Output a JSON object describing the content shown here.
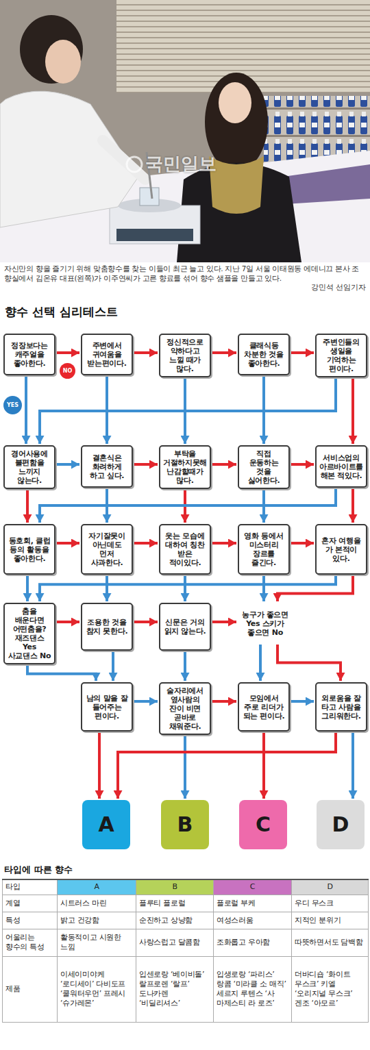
{
  "diagram": {
    "title": "향수 선택 심리테스트",
    "caption": "자신만의 향을 즐기기 위해 맞춤향수를 찾는 이들이 최근 늘고 있다. 지난 7일 서울 이태원동 에데니끄 본사 조향실에서 김온유 대표(왼쪽)가 이주연씨가 고른 향료를 섞어 향수 샘플을 만들고 있다.",
    "nodes": [
      {
        "text": [
          "정장보다는 캐주얼을 좋아한다."
        ]
      },
      {
        "text": [
          "주변에서 귀여움을 받는편이다."
        ]
      },
      {
        "text": [
          "정신적으로 약하다고 느낄 때가 많다."
        ]
      },
      {
        "text": [
          "클래식등 차분한 것을 좋아한다."
        ]
      },
      {
        "text": [
          "주변인들의 생일을 기억하는 편이다."
        ]
      },
      {
        "text": [
          "경어사용에 불편함을 느끼지 않는다."
        ]
      },
      {
        "text": [
          "결혼식은 화려하게 하고 싶다."
        ]
      },
      {
        "text": [
          "부탁을 거절하지못해 난감할때가 많다."
        ]
      },
      {
        "text": [
          "직접 운동하는 것을 싫어한다."
        ]
      },
      {
        "text": [
          "서비스업의 아르바이트를 해본 적있다."
        ]
      },
      {
        "text": [
          "동호회, 클럽 등의 활동을 좋아한다."
        ]
      },
      {
        "text": [
          "자기잘못이 아닌데도 먼저 사과한다."
        ]
      },
      {
        "text": [
          "웃는 모습에 대하여 칭찬 받은 적이있다."
        ]
      },
      {
        "text": [
          "영화 등에서 미스터리 장르를 즐긴다."
        ]
      },
      {
        "text": [
          "혼자 여행을 가 본적이 있다."
        ]
      },
      {
        "text": [
          "춤을 배운다면 어떤춤을? 재즈댄스 Yes 사교댄스 No"
        ]
      },
      {
        "text": [
          "조용한 것을 참지 못한다."
        ]
      },
      {
        "text": [
          "신문은 거의 읽지 않는다."
        ]
      },
      {
        "text": [
          "농구가 좋으면 Yes 스키가 좋으면 No"
        ]
      },
      {
        "text": [
          "남의 말을 잘 들어주는 편이다."
        ]
      },
      {
        "text": [
          "술자리에서 옆사람의 잔이 비면 곧바로 채워준다."
        ]
      },
      {
        "text": [
          "모임에서 주로 리더가 되는 편이다."
        ]
      },
      {
        "text": [
          "외로움을 잘 타고 사람을 그리워한다."
        ]
      },
      {
        "text": [
          "A"
        ]
      },
      {
        "text": [
          "B"
        ]
      },
      {
        "text": [
          "C"
        ]
      },
      {
        "text": [
          "D"
        ]
      },
      {
        "text": [
          "YES"
        ]
      },
      {
        "text": [
          "NO"
        ]
      }
    ],
    "edges": [
      {
        "from": 0,
        "to": 1,
        "arrow": "to"
      },
      {
        "from": 1,
        "to": 2,
        "arrow": "to"
      },
      {
        "from": 2,
        "to": 3,
        "arrow": "to"
      },
      {
        "from": 3,
        "to": 4,
        "arrow": "to"
      },
      {
        "from": 0,
        "to": 5,
        "arrow": "to"
      },
      {
        "from": 1,
        "to": 6,
        "arrow": "to"
      },
      {
        "from": 2,
        "to": 7,
        "arrow": "to"
      },
      {
        "from": 3,
        "to": 8,
        "arrow": "to"
      },
      {
        "from": 4,
        "to": 5,
        "arrow": "to"
      },
      {
        "from": 4,
        "to": 9,
        "arrow": "to"
      },
      {
        "from": 5,
        "to": 6,
        "arrow": "to"
      },
      {
        "from": 6,
        "to": 7,
        "arrow": "to"
      },
      {
        "from": 7,
        "to": 8,
        "arrow": "to"
      },
      {
        "from": 8,
        "to": 9,
        "arrow": "to"
      },
      {
        "from": 5,
        "to": 10,
        "arrow": "to"
      },
      {
        "from": 6,
        "to": 11,
        "arrow": "to"
      },
      {
        "from": 7,
        "to": 12,
        "arrow": "to"
      },
      {
        "from": 8,
        "to": 13,
        "arrow": "to"
      },
      {
        "from": 9,
        "to": 10,
        "arrow": "to"
      },
      {
        "from": 9,
        "to": 14,
        "arrow": "to"
      },
      {
        "from": 10,
        "to": 11,
        "arrow": "to"
      },
      {
        "from": 11,
        "to": 12,
        "arrow": "to"
      },
      {
        "from": 12,
        "to": 13,
        "arrow": "to"
      },
      {
        "from": 13,
        "to": 14,
        "arrow": "to"
      },
      {
        "from": 10,
        "to": 15,
        "arrow": "to"
      },
      {
        "from": 11,
        "to": 16,
        "arrow": "to"
      },
      {
        "from": 12,
        "to": 17,
        "arrow": "to"
      },
      {
        "from": 13,
        "to": 18,
        "arrow": "to"
      },
      {
        "from": 14,
        "to": 15,
        "arrow": "to"
      },
      {
        "from": 14,
        "to": 18,
        "arrow": "to"
      },
      {
        "from": 15,
        "to": 16,
        "arrow": "to"
      },
      {
        "from": 16,
        "to": 17,
        "arrow": "to"
      },
      {
        "from": 17,
        "to": 18,
        "arrow": "to"
      },
      {
        "from": 15,
        "to": 19,
        "arrow": "to"
      },
      {
        "from": 16,
        "to": 19,
        "arrow": "to"
      },
      {
        "from": 17,
        "to": 20,
        "arrow": "to"
      },
      {
        "from": 18,
        "to": 21,
        "arrow": "to"
      },
      {
        "from": 18,
        "to": 22,
        "arrow": "to"
      },
      {
        "from": 19,
        "to": 20,
        "arrow": "to"
      },
      {
        "from": 20,
        "to": 21,
        "arrow": "to"
      },
      {
        "from": 21,
        "to": 22,
        "arrow": "to"
      },
      {
        "from": 19,
        "to": 23,
        "arrow": "to"
      },
      {
        "from": 20,
        "to": 24,
        "arrow": "to"
      },
      {
        "from": 21,
        "to": 25,
        "arrow": "to"
      },
      {
        "from": 22,
        "to": 23,
        "arrow": "to"
      },
      {
        "from": 22,
        "to": 26,
        "arrow": "to"
      }
    ],
    "labels": [
      "국민일보",
      "강민석 선임기자",
      "타입에 따른 향수",
      "타입",
      "A",
      "B",
      "C",
      "D",
      "계열",
      "시트러스 마린",
      "플루티 플로럴",
      "플로럴 부케",
      "우디 무스크",
      "특성",
      "밝고 건강함",
      "순진하고 상냥함",
      "여성스러움",
      "지적인 분위기",
      "어울리는 향수의 특성",
      "활동적이고 시원한 느낌",
      "사랑스럽고 달콤함",
      "조화롭고 우아함",
      "따뜻하면서도 담백함",
      "제품",
      "이세이미야케 ‘로디세이’ 다비도프 ‘쿨워터우먼’ 프레시 ‘슈가레몬’",
      "입센로랑 ‘베이비돌’ 랄프로렌 ‘랄프’ 도나카렌 ‘비딜리셔스’",
      "입생로랑 ‘파리스’ 랑콤 ‘미라클 소 매직’ 세르지 루텐스 ‘사 마제스티 라 로즈’",
      "더바디숍 ‘화이트 무스크’ 키엘 ‘오리지널 무스크’ 겐조 ‘아모르’"
    ]
  }
}
